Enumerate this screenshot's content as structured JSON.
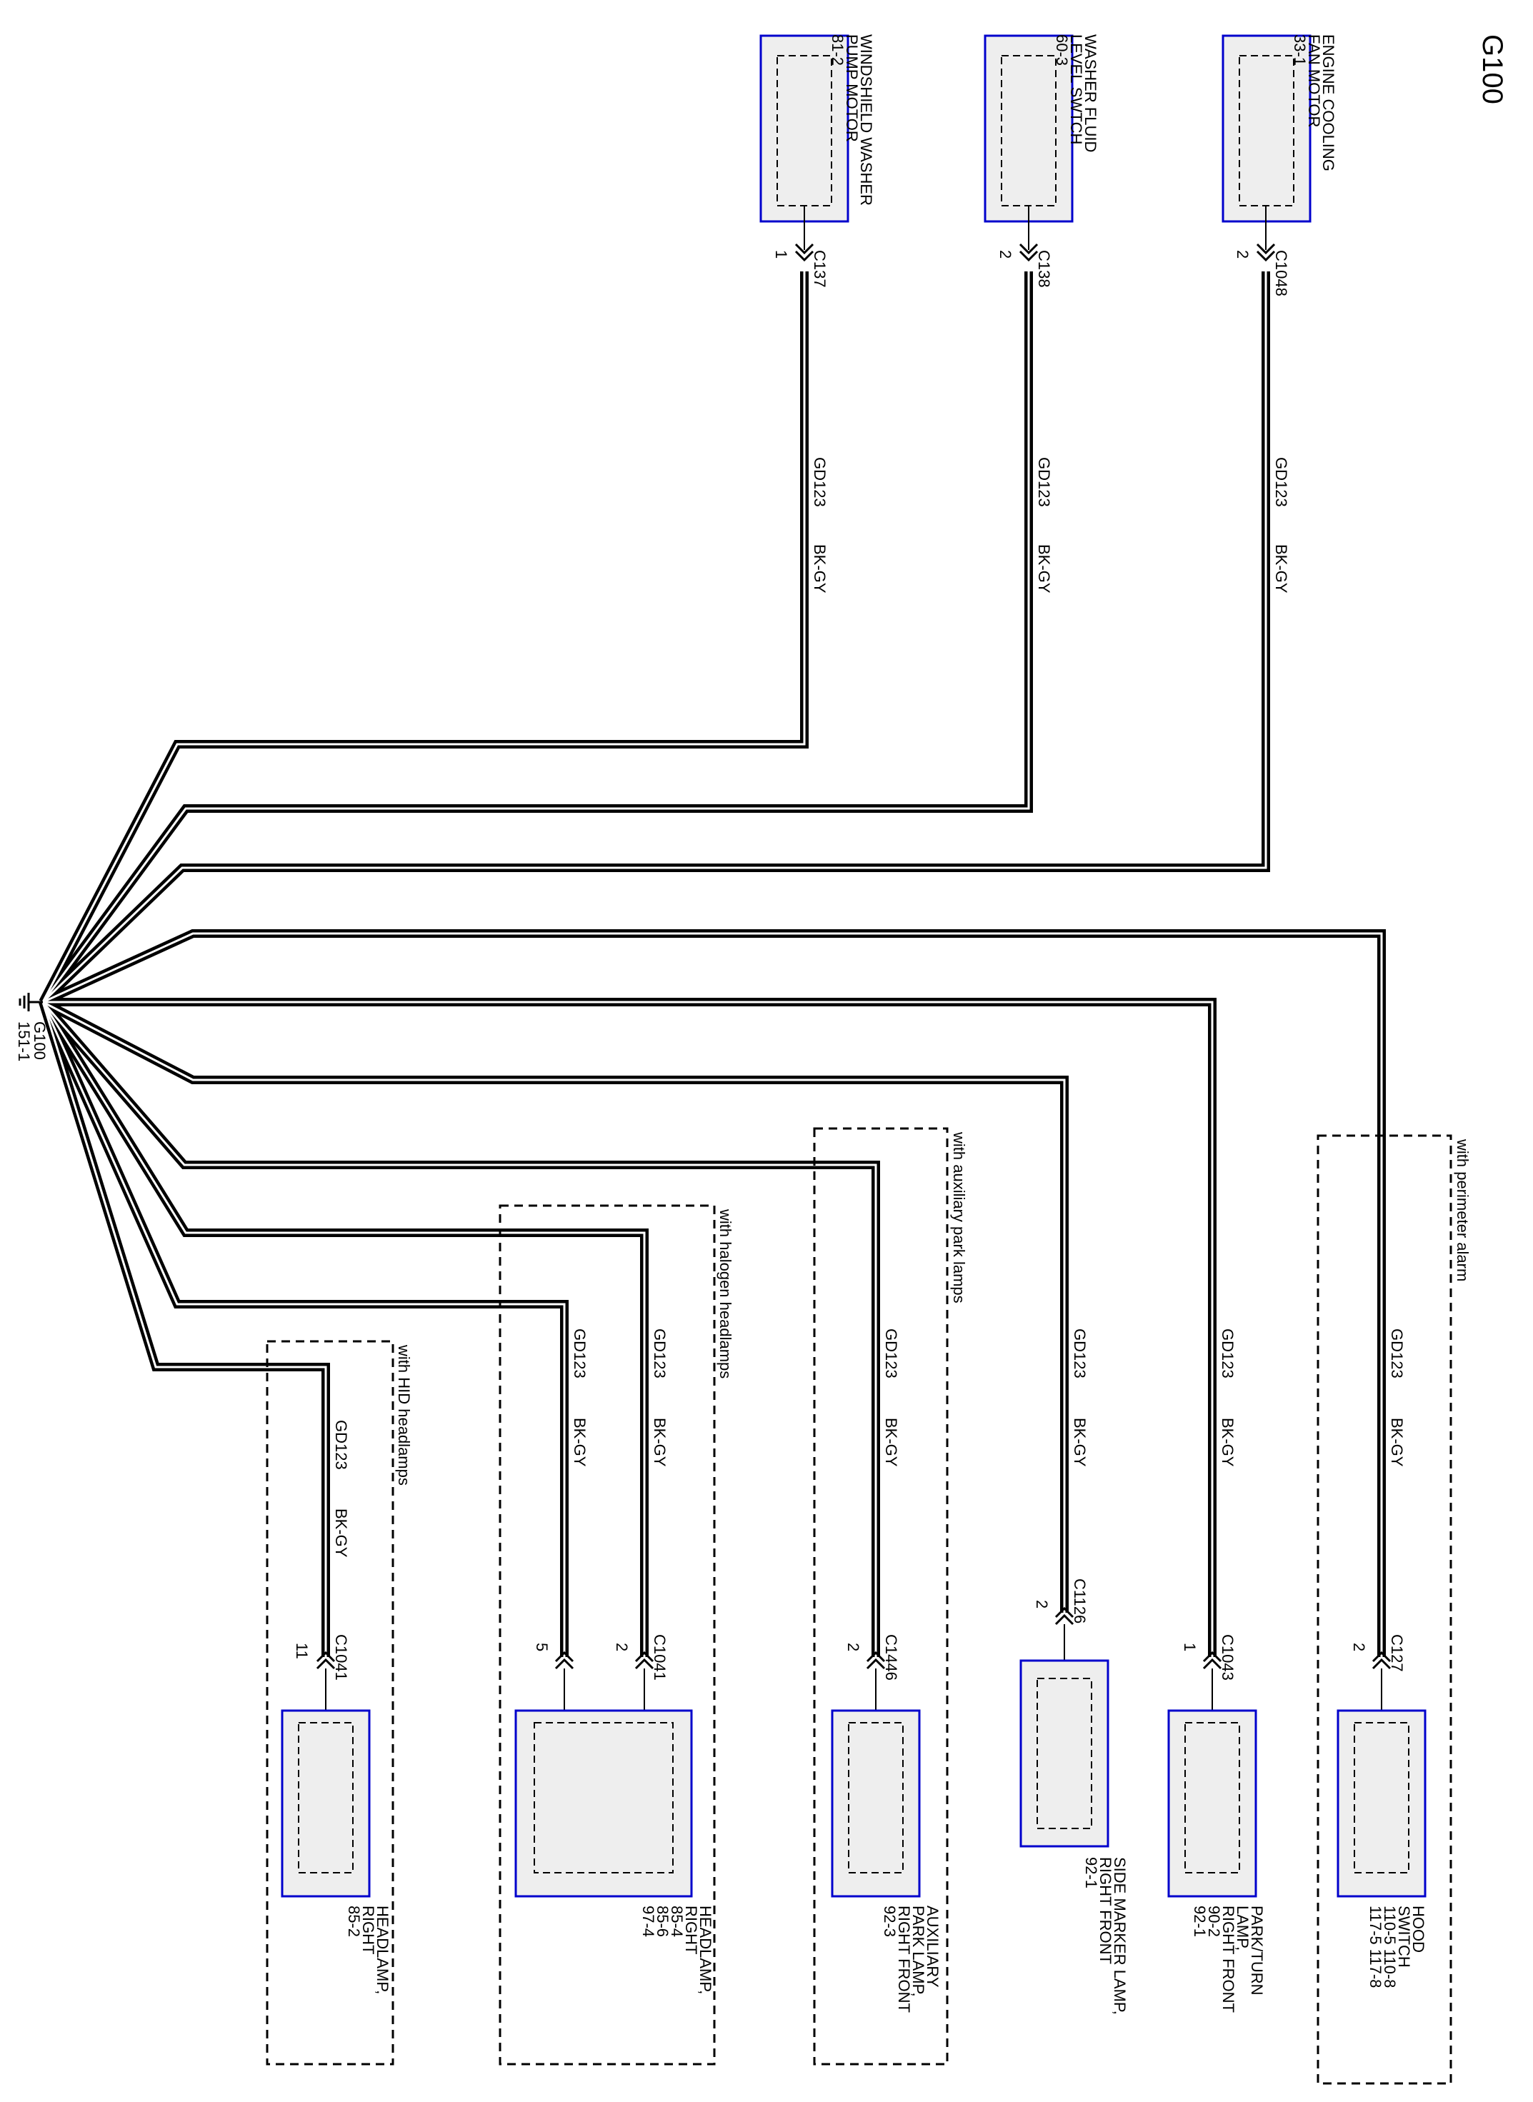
{
  "title": "G100",
  "ground": {
    "label": "G100",
    "ref": "151-1"
  },
  "wire": {
    "circuit": "GD123",
    "color": "BK-GY"
  },
  "top_components": [
    {
      "lines": [
        "ENGINE COOLING",
        "FAN MOTOR",
        "33-1"
      ],
      "connector": "C1048",
      "pin": "2"
    },
    {
      "lines": [
        "WASHER FLUID",
        "LEVEL SWTCH",
        "60-3"
      ],
      "connector": "C138",
      "pin": "2"
    },
    {
      "lines": [
        "WINDSHIELD WASHER",
        "PUMP MOTOR",
        "81-2"
      ],
      "connector": "C137",
      "pin": "1"
    }
  ],
  "bottom_components": [
    {
      "lines": [
        "HOOD",
        "SWITCH",
        "110-5   110-8",
        "117-5   117-8"
      ],
      "connector": "C127",
      "pin": "2",
      "option": "with perimeter alarm"
    },
    {
      "lines": [
        "PARK/TURN",
        "LAMP,",
        "RIGHT FRONT",
        "90-2",
        "92-1"
      ],
      "connector": "C1043",
      "pin": "1",
      "option": ""
    },
    {
      "lines": [
        "SIDE MARKER LAMP,",
        "RIGHT FRONT",
        "92-1"
      ],
      "connector": "C1126",
      "pin": "2",
      "option": ""
    },
    {
      "lines": [
        "AUXILIARY",
        "PARK LAMP,",
        "RIGHT FRONT",
        "92-3"
      ],
      "connector": "C1446",
      "pin": "2",
      "option": "with auxiliary park lamps"
    },
    {
      "lines": [
        "HEADLAMP,",
        "RIGHT",
        "85-4",
        "85-6",
        "97-4"
      ],
      "connector": "C1041",
      "pins": [
        "2",
        "5"
      ],
      "option": "with halogen headlamps"
    },
    {
      "lines": [
        "HEADLAMP,",
        "RIGHT",
        "85-2"
      ],
      "connector": "C1041",
      "pin": "11",
      "option": "with HID headlamps"
    }
  ],
  "colors": {
    "wire": "#000000",
    "wire_core": "#ffffff",
    "component_border": "#0000cc",
    "component_fill": "#eeeeee"
  }
}
